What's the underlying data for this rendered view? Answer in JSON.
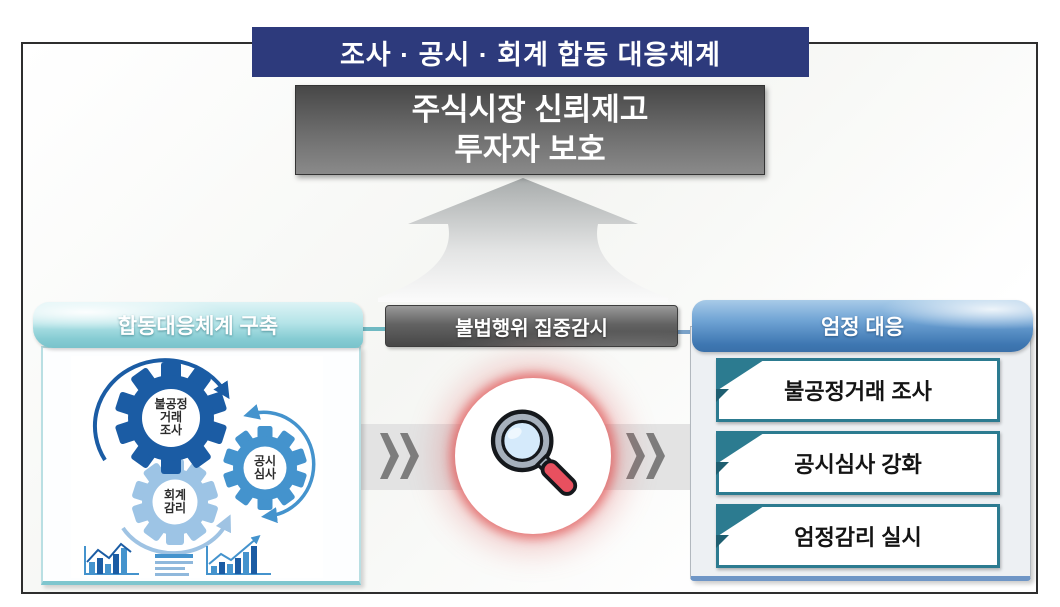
{
  "banner": {
    "title": "조사 · 공시 · 회계 합동 대응체계"
  },
  "goal": {
    "line1": "주식시장 신뢰제고",
    "line2": "투자자 보호"
  },
  "flow": {
    "left": {
      "header": "합동대응체계 구축",
      "gears": [
        {
          "id": "unfair-trade-investigation",
          "label": "불공정\n거래\n조사",
          "color": "#1b5ca4"
        },
        {
          "id": "disclosure-review",
          "label": "공시\n심사",
          "color": "#4493cd"
        },
        {
          "id": "accounting-audit",
          "label": "회계\n감리",
          "color": "#9dc4e5"
        }
      ]
    },
    "middle": {
      "header": "불법행위 집중감시"
    },
    "right": {
      "header": "엄정 대응",
      "items": [
        {
          "label": "불공정거래 조사"
        },
        {
          "label": "공시심사 강화"
        },
        {
          "label": "엄정감리 실시"
        }
      ]
    }
  },
  "icons": {
    "magnifier": "magnifying-glass-icon",
    "chevron": "double-chevron-right-icon",
    "up_arrow": "up-arrow-icon",
    "gears": "gears-diagram",
    "charts": "mini-bar-charts-icon"
  },
  "colors": {
    "banner_navy": "#2d3a7c",
    "goal_gray_top": "#474747",
    "goal_gray_bottom": "#8a8a8a",
    "teal_header": "#86ccd3",
    "gray_header": "#5a5a5a",
    "blue_header": "#3e77b2",
    "box_border_teal": "#2c7b90",
    "gear_dark_blue": "#1b5ca4",
    "gear_mid_blue": "#4493cd",
    "gear_light_blue": "#9dc4e5",
    "glow_red": "#e05c5c",
    "band_gray": "#e3e3e3",
    "chevron_gray": "#7d7d7d",
    "frame_border": "#2e2e2e"
  }
}
